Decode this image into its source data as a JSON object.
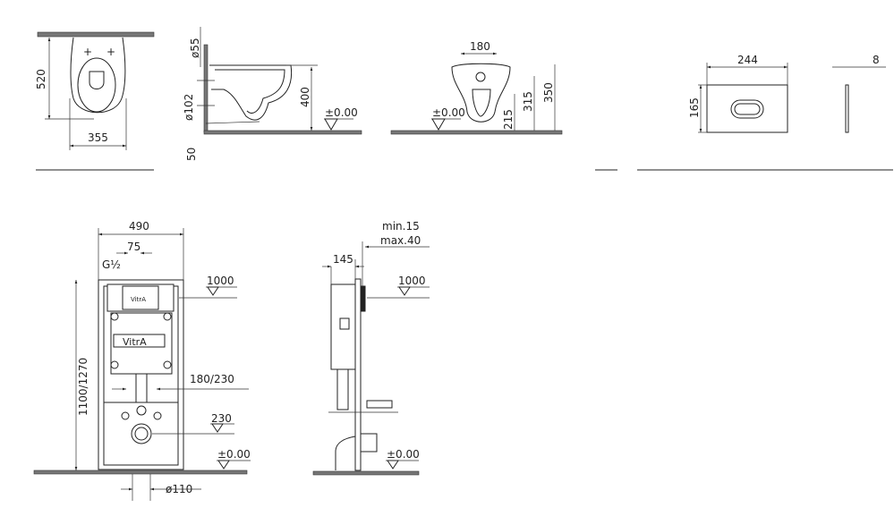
{
  "plan_view": {
    "depth": "520",
    "width": "355"
  },
  "side_view": {
    "outlet_diameter": "ø55",
    "waste_diameter": "ø102",
    "floor_offset": "50",
    "rim_height": "400",
    "floor_level": "±0.00"
  },
  "front_view": {
    "hole_spacing": "180",
    "dim_215": "215",
    "dim_315": "315",
    "dim_350": "350",
    "floor_level": "±0.00"
  },
  "flush_plate": {
    "width": "244",
    "height": "165",
    "thickness": "8"
  },
  "frame_front": {
    "width": "490",
    "inlet_offset": "75",
    "inlet_thread": "G½",
    "height": "1100/1270",
    "flush_height": "1000",
    "bolt_spacing": "180/230",
    "waste_height": "230",
    "floor_level": "±0.00",
    "waste_diameter": "ø110",
    "logo_small": "VitrA",
    "logo_large": "VitrA"
  },
  "frame_side": {
    "depth": "145",
    "wall_min": "min.15",
    "wall_max": "max.40",
    "flush_height": "1000",
    "floor_level": "±0.00"
  }
}
